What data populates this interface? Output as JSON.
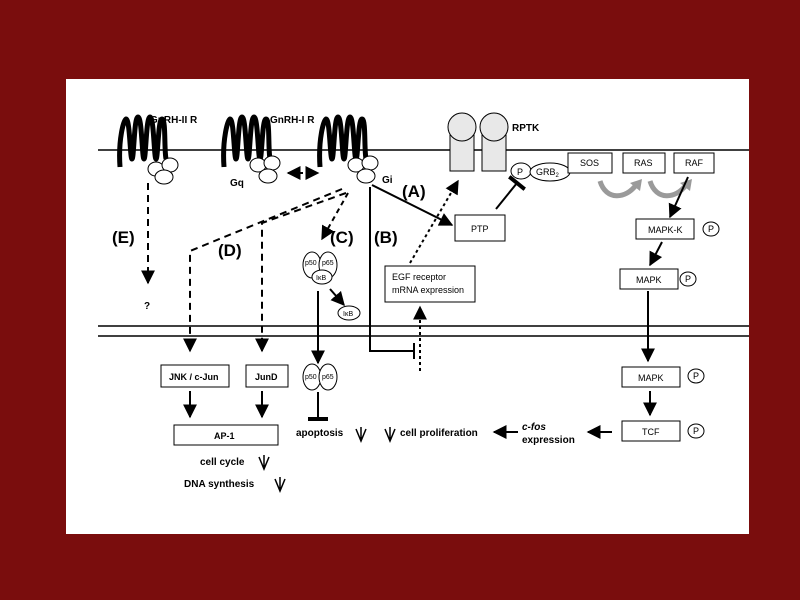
{
  "receptors": {
    "gnrh2": "GnRH-II R",
    "gnrh1": "GnRH-I R",
    "rptk": "RPTK"
  },
  "g_proteins": {
    "gq": "Gq",
    "gi": "Gi"
  },
  "pathways": {
    "a": "(A)",
    "b": "(B)",
    "c": "(C)",
    "d": "(D)",
    "e": "(E)"
  },
  "unknown": "?",
  "nodes": {
    "ptp": "PTP",
    "sos": "SOS",
    "ras": "RAS",
    "raf": "RAF",
    "grb2": "GRB",
    "grb2_sub": "2",
    "phospho": "P",
    "mapk_k": "MAPK-K",
    "mapk": "MAPK",
    "mapk_nuc": "MAPK",
    "tcf": "TCF",
    "egf_line1": "EGF receptor",
    "egf_line2": "mRNA expression",
    "jnk": "JNK / c-Jun",
    "jund": "JunD",
    "ap1": "AP-1"
  },
  "nfkb": {
    "p50": "p50",
    "p65": "p65",
    "ikb": "IκB"
  },
  "outcomes": {
    "cfos": "c-fos",
    "expression": "expression",
    "cell_proliferation": "cell proliferation",
    "apoptosis": "apoptosis",
    "cell_cycle": "cell cycle",
    "dna_synthesis": "DNA synthesis"
  },
  "colors": {
    "background": "#7a0d0d",
    "panel": "#ffffff",
    "ink": "#000000",
    "membrane_receptor_fill": "#e8e8e8",
    "curved_arrow": "#9a9a9a"
  }
}
